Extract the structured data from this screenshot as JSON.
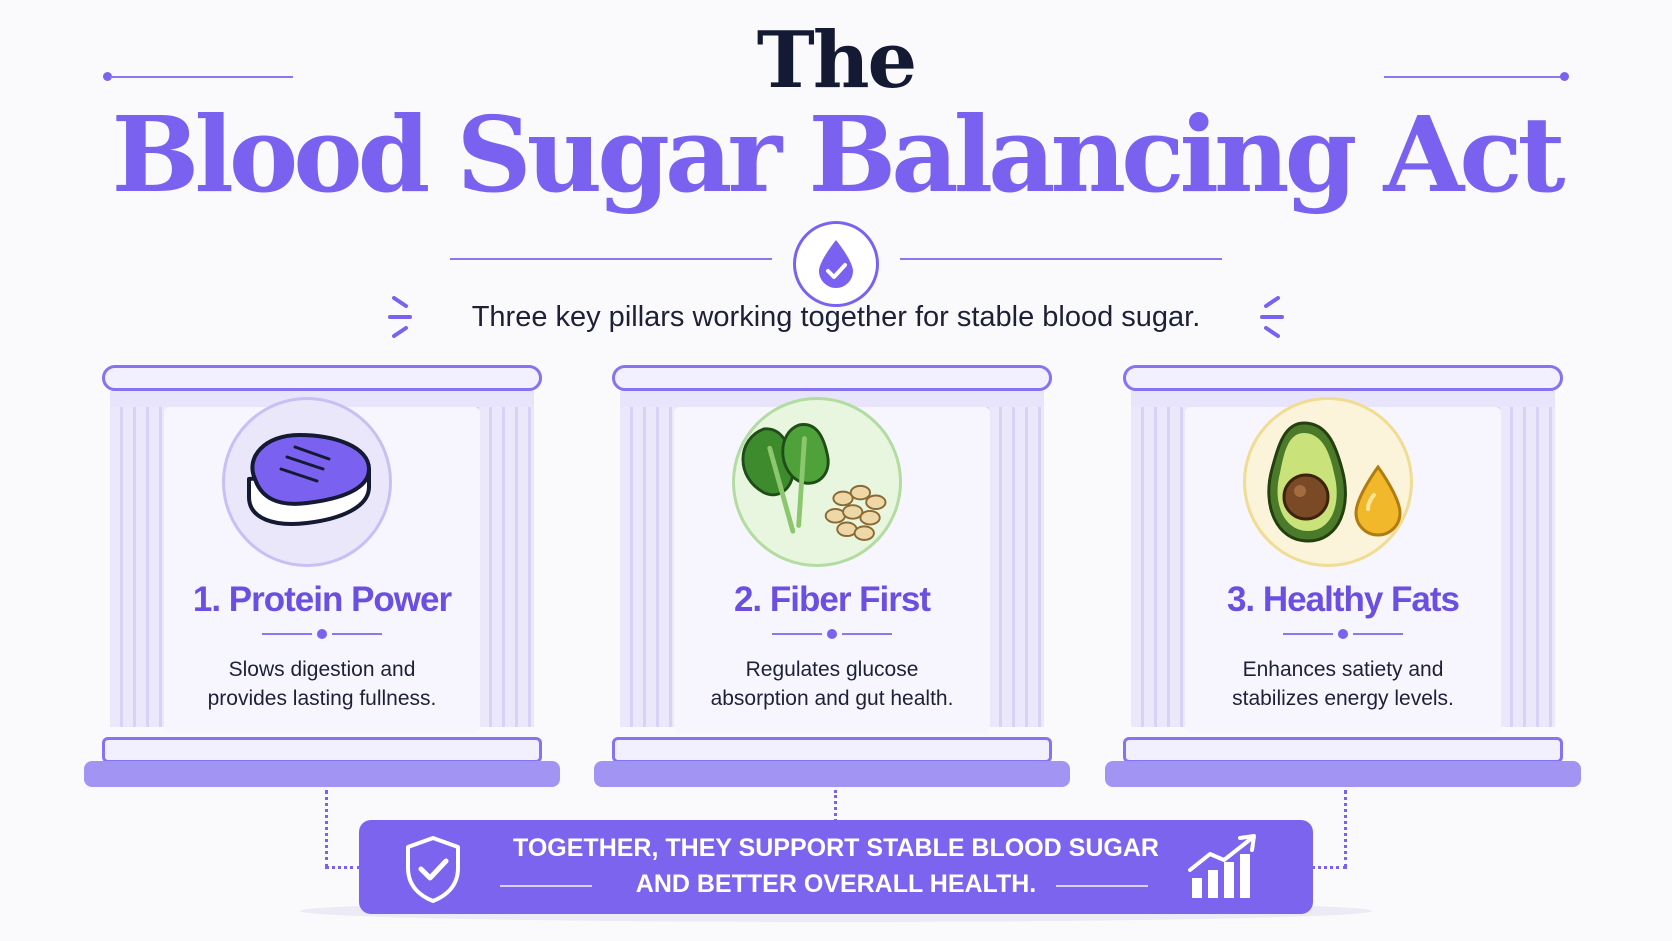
{
  "title": {
    "line1": "The",
    "line2": "Blood Sugar Balancing Act"
  },
  "subtitle": "Three key pillars working together for stable blood sugar.",
  "icons": {
    "badge": "blood-drop-check-icon",
    "pillar1": "steak-icon",
    "pillar2": "spinach-and-nuts-icon",
    "pillar3": "avocado-and-oil-drop-icon",
    "banner_left": "shield-check-icon",
    "banner_right": "growth-chart-icon"
  },
  "pillars": [
    {
      "title": "1. Protein Power",
      "desc_line1": "Slows digestion and",
      "desc_line2": "provides lasting fullness."
    },
    {
      "title": "2. Fiber First",
      "desc_line1": "Regulates glucose",
      "desc_line2": "absorption and gut health."
    },
    {
      "title": "3. Healthy Fats",
      "desc_line1": "Enhances satiety and",
      "desc_line2": "stabilizes energy levels."
    }
  ],
  "banner": {
    "line1": "TOGETHER, THEY SUPPORT STABLE BLOOD SUGAR",
    "line2": "AND BETTER OVERALL HEALTH."
  },
  "colors": {
    "accent": "#7b61f0",
    "title_dark": "#141a33",
    "pillar_title": "#6a4fe0",
    "banner": "#7d64ee"
  }
}
